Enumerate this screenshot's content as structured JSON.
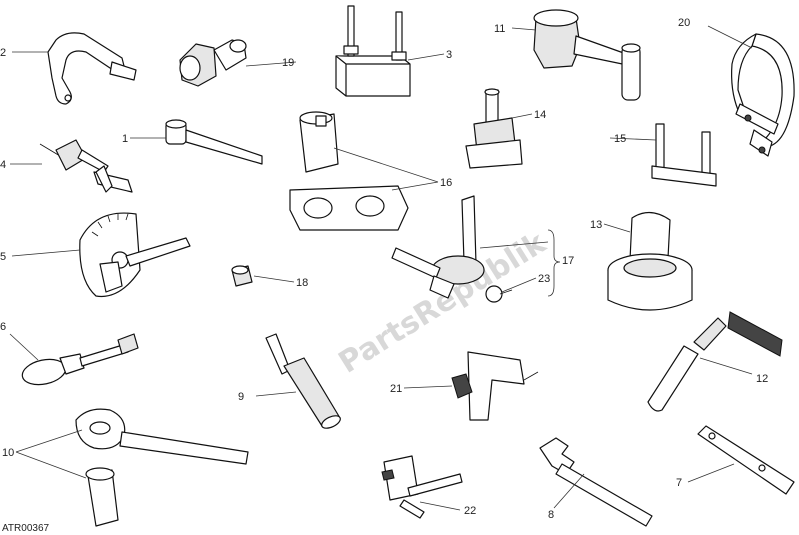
{
  "diagram": {
    "reference_code": "ATR00367",
    "watermark": "PartsRepublik",
    "callouts": [
      "1",
      "2",
      "3",
      "4",
      "5",
      "6",
      "7",
      "8",
      "9",
      "10",
      "11",
      "12",
      "13",
      "14",
      "15",
      "16",
      "17",
      "18",
      "19",
      "20",
      "21",
      "22",
      "23"
    ]
  }
}
